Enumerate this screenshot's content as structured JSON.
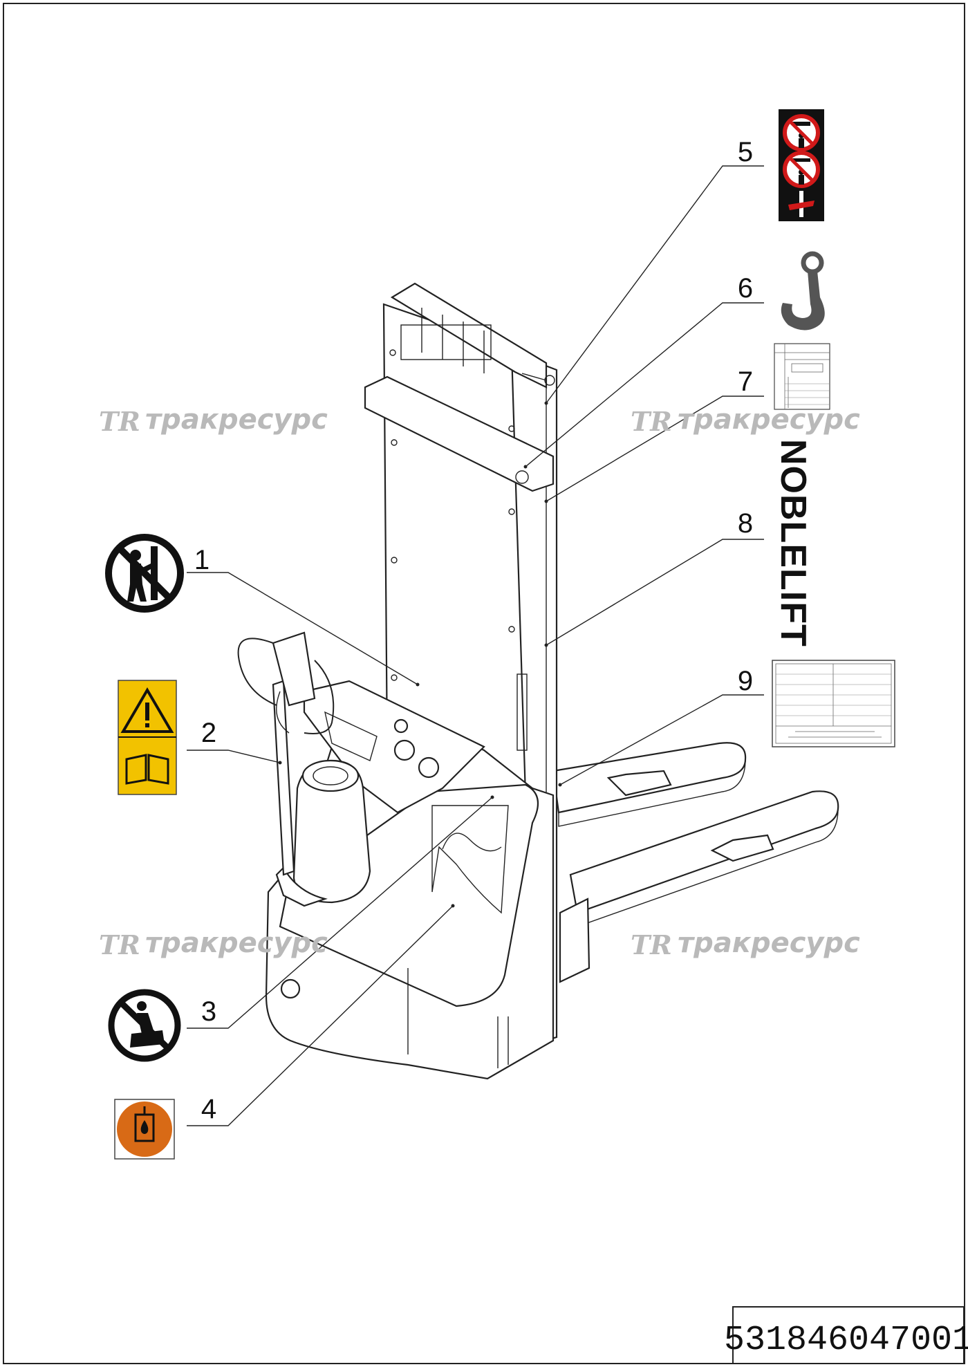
{
  "document_number": "531846047001",
  "brand_label": "NOBLELIFT",
  "watermark": {
    "logo": "TR",
    "text": "тракресурс"
  },
  "callouts": [
    "1",
    "2",
    "3",
    "4",
    "5",
    "6",
    "7",
    "8",
    "9"
  ],
  "icons": {
    "1": "no-hands-in-mast-sign-icon",
    "2": "warning-read-manual-label-icon",
    "3": "no-riding-on-forks-sign-icon",
    "4": "hydraulic-oil-fill-label-icon",
    "5": "no-standing-under-load-sign-icon",
    "6": "lifting-hook-icon",
    "7": "load-capacity-chart-label",
    "8": "noblelift-brand-label",
    "9": "nameplate-label"
  },
  "colors": {
    "warning_yellow": "#f2c200",
    "oil_orange": "#d86a16",
    "prohibition_red": "#d01919",
    "watermark_gray": "#b9b9b9"
  }
}
